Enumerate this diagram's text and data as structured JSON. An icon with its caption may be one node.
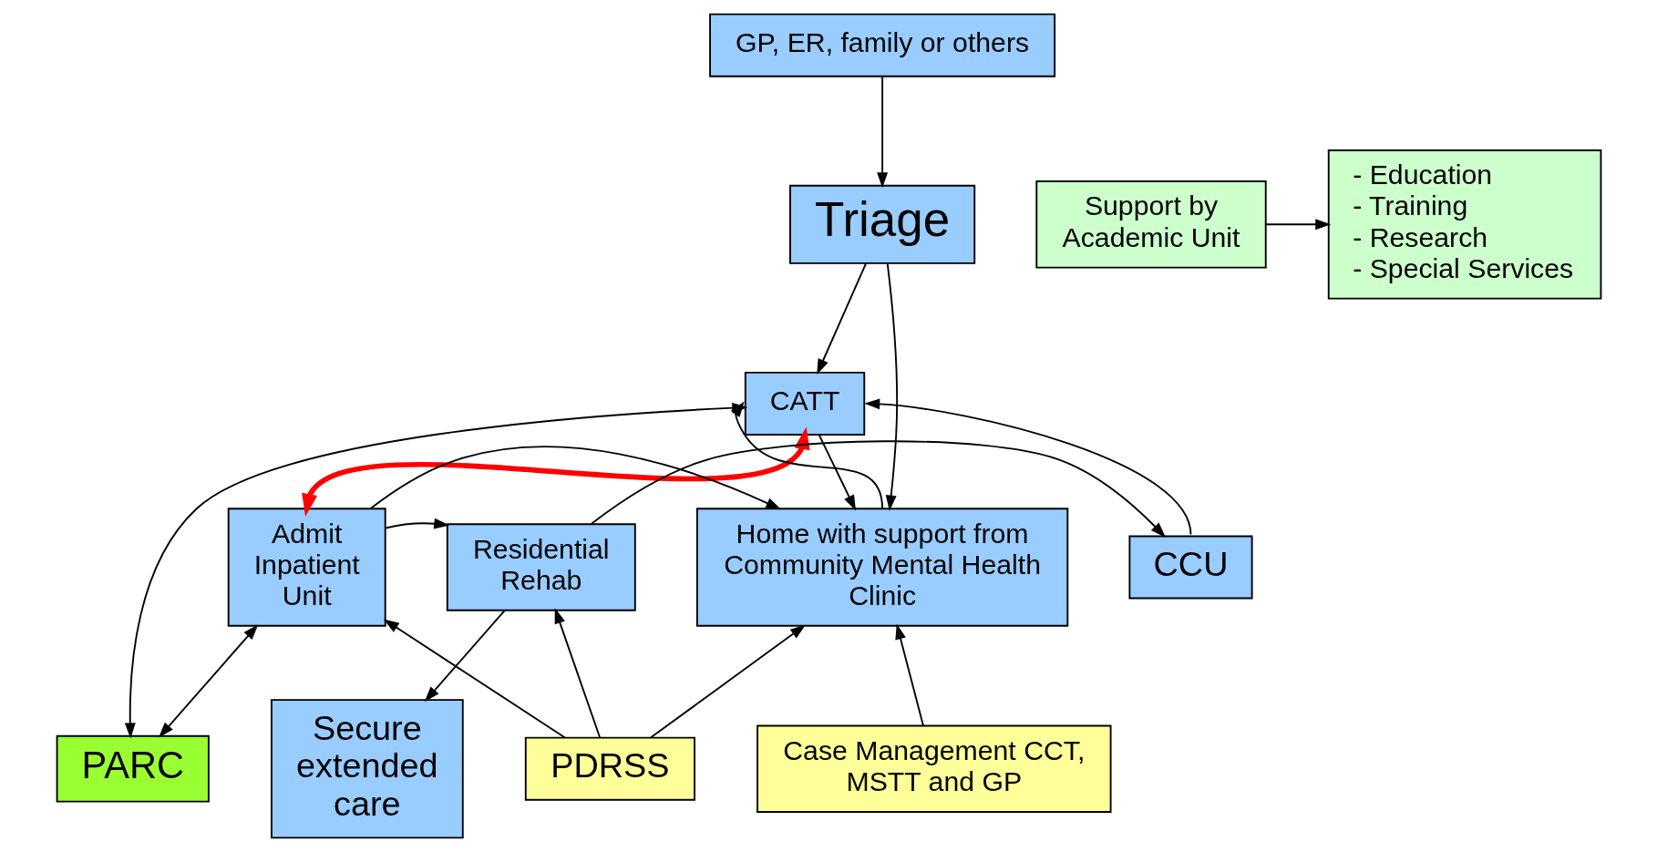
{
  "diagram": {
    "nodes": [
      {
        "text": [
          "GP, ER, family or others"
        ]
      },
      {
        "text": [
          "Triage"
        ]
      },
      {
        "text": [
          "CATT"
        ]
      },
      {
        "text": [
          "Support by Academic Unit"
        ]
      },
      {
        "text": [
          "- Education",
          "- Training",
          "- Research",
          "- Special Services"
        ]
      },
      {
        "text": [
          "PARC"
        ]
      },
      {
        "text": [
          "Home with support from Community Mental Health Clinic"
        ]
      },
      {
        "text": [
          "Admit Inpatient Unit"
        ]
      },
      {
        "text": [
          "Residential Rehab"
        ]
      },
      {
        "text": [
          "CCU"
        ]
      },
      {
        "text": [
          "Secure extended care"
        ]
      },
      {
        "text": [
          "PDRSS"
        ]
      },
      {
        "text": [
          "Case Management CCT, MSTT and GP"
        ]
      }
    ],
    "edges": [
      {
        "from": 0,
        "to": 1,
        "arrow": "to"
      },
      {
        "from": 1,
        "to": 2,
        "arrow": "to"
      },
      {
        "from": 1,
        "to": 6,
        "arrow": "to"
      },
      {
        "from": 6,
        "to": 2,
        "arrow": "to"
      },
      {
        "from": 2,
        "to": 6,
        "arrow": "to"
      },
      {
        "from": 2,
        "to": 7,
        "arrow": "both",
        "style": "thick",
        "color": "#ff0000"
      },
      {
        "from": 2,
        "to": 5,
        "arrow": "both"
      },
      {
        "from": 7,
        "to": 5,
        "arrow": "both"
      },
      {
        "from": 3,
        "to": 4,
        "arrow": "to"
      },
      {
        "from": 7,
        "to": 6,
        "arrow": "to"
      },
      {
        "from": 7,
        "to": 8,
        "arrow": "to"
      },
      {
        "from": 8,
        "to": 9,
        "arrow": "to"
      },
      {
        "from": 8,
        "to": 10,
        "arrow": "to"
      },
      {
        "from": 9,
        "to": 2,
        "arrow": "to"
      },
      {
        "from": 11,
        "to": 6,
        "arrow": "to"
      },
      {
        "from": 11,
        "to": 7,
        "arrow": "to"
      },
      {
        "from": 11,
        "to": 8,
        "arrow": "to"
      },
      {
        "from": 12,
        "to": 6,
        "arrow": "to"
      }
    ]
  }
}
